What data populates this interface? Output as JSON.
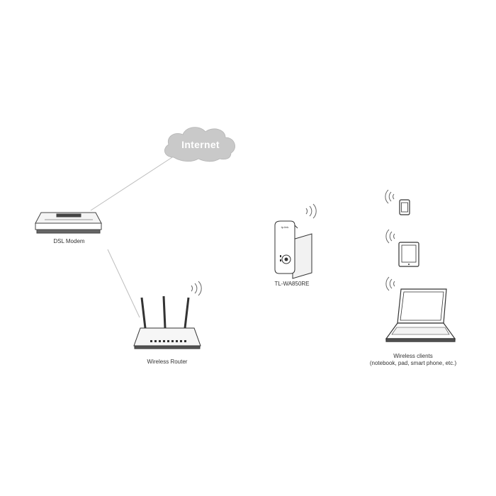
{
  "cloud": {
    "label": "Internet"
  },
  "devices": {
    "modem": {
      "label": "DSL Modem"
    },
    "router": {
      "label": "Wireless Router"
    },
    "extender": {
      "label": "TL-WA850RE",
      "brand": "tp-link"
    },
    "clients": {
      "label_line1": "Wireless clients",
      "label_line2": "(notebook, pad, smart phone, etc.)"
    }
  },
  "icons": [
    "cloud-icon",
    "dsl-modem-icon",
    "wireless-router-icon",
    "range-extender-icon",
    "smart-phone-icon",
    "tablet-icon",
    "notebook-icon",
    "wifi-signal-icon"
  ],
  "colors": {
    "cloud_fill": "#c9c9c9",
    "line": "#bdbdbd",
    "device_stroke": "#444444"
  }
}
